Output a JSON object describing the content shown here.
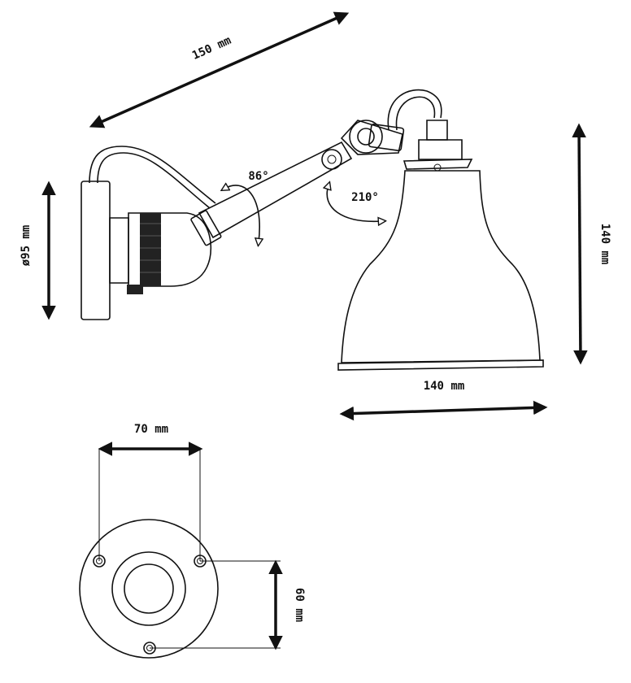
{
  "colors": {
    "line": "#111111",
    "background": "#ffffff",
    "dark_fill": "#222222"
  },
  "dimensions": {
    "arm_length": "150 mm",
    "base_diameter": "ø95 mm",
    "shade_height": "140 mm",
    "shade_width": "140 mm",
    "mount_hole_horizontal": "70 mm",
    "mount_hole_vertical": "60 mm"
  },
  "rotation": {
    "arm_joint": "86°",
    "shade_joint": "210°"
  }
}
